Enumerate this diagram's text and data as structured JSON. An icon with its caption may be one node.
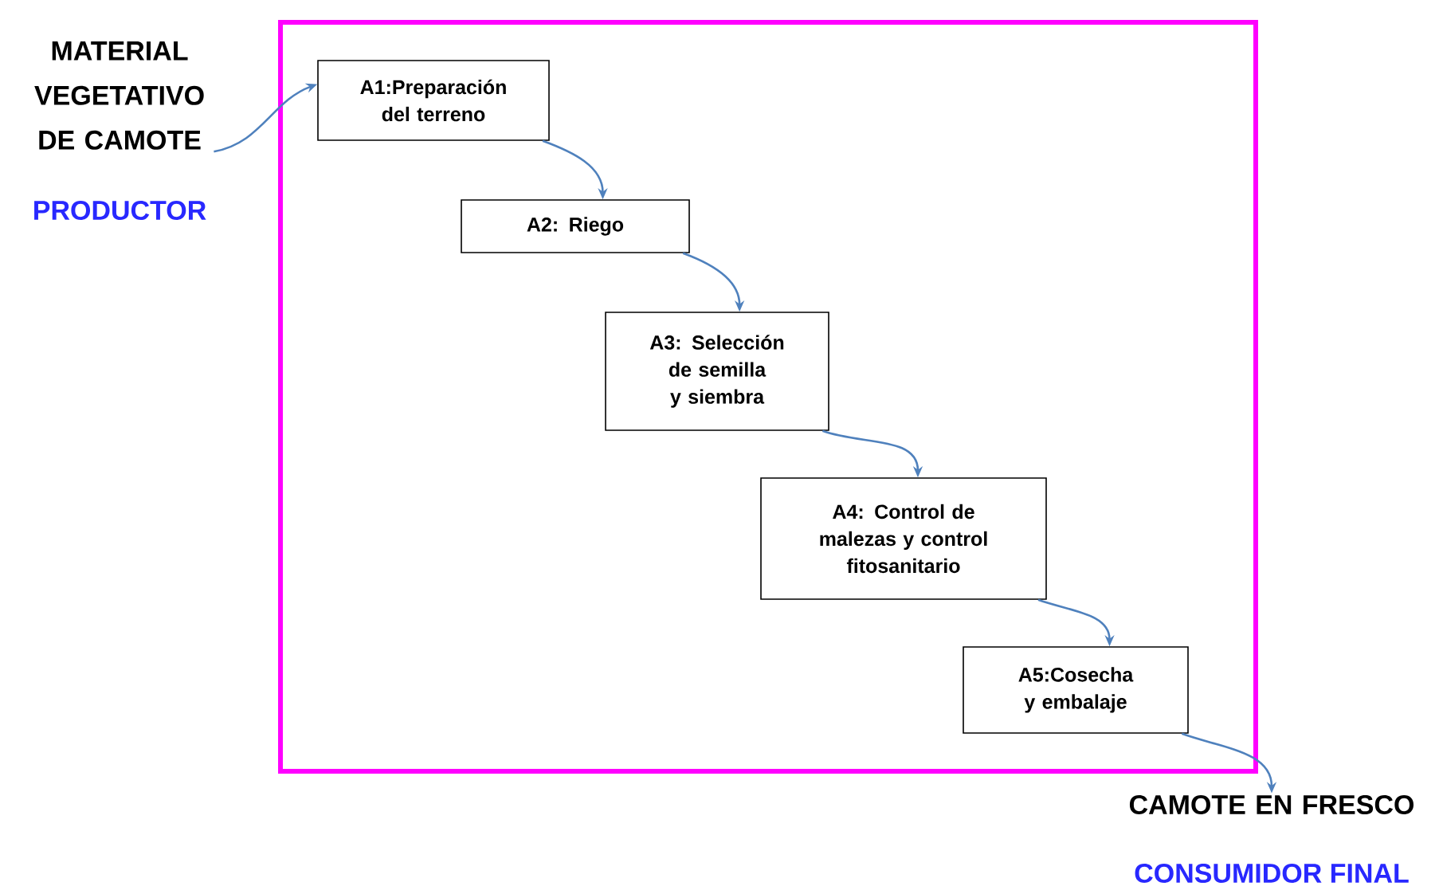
{
  "diagram": {
    "nodes": [
      {
        "text": [
          "MATERIAL VEGETATIVO DE CAMOTE"
        ],
        "beside": [
          "PRODUCTOR"
        ]
      },
      {
        "text": [],
        "shape": "box"
      },
      {
        "text": [
          "A1:Preparación del terreno"
        ],
        "in": 1
      },
      {
        "text": [
          "A2: Riego"
        ],
        "in": 1
      },
      {
        "text": [
          "A3: Selección de semilla y siembra"
        ],
        "in": 1
      },
      {
        "text": [
          "A4: Control de malezas y control fitosanitario"
        ],
        "in": 1
      },
      {
        "text": [
          "A5:Cosecha y embalaje"
        ],
        "in": 1
      },
      {
        "text": [
          "CAMOTE EN FRESCO"
        ],
        "beside": [
          "CONSUMIDOR FINAL"
        ]
      }
    ],
    "edges": [
      {
        "from": 0,
        "to": 2,
        "arrow": "to"
      },
      {
        "from": 2,
        "to": 3,
        "arrow": "to"
      },
      {
        "from": 3,
        "to": 4,
        "arrow": "to"
      },
      {
        "from": 4,
        "to": 5,
        "arrow": "to"
      },
      {
        "from": 5,
        "to": 6,
        "arrow": "to"
      },
      {
        "from": 6,
        "to": 7,
        "arrow": "to"
      }
    ]
  }
}
